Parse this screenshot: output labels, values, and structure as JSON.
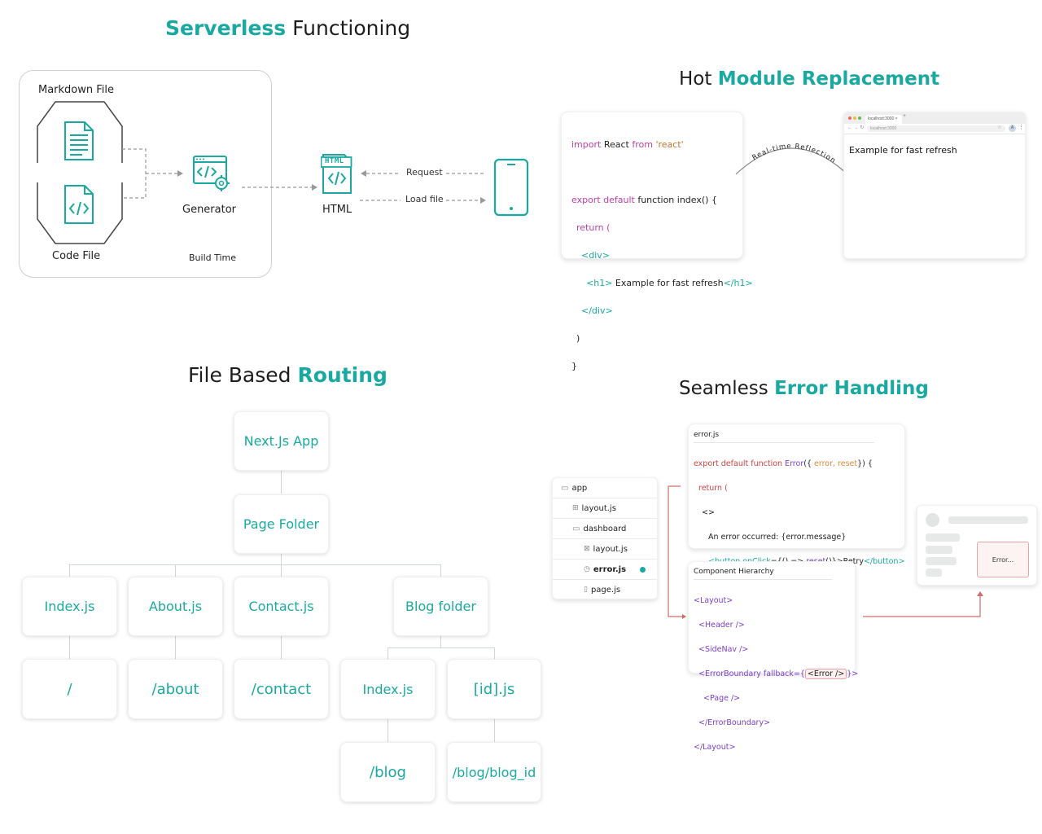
{
  "serverless": {
    "title_hl": "Serverless",
    "title_rest": " Functioning",
    "markdown_label": "Markdown File",
    "code_label": "Code File",
    "generator_label": "Generator",
    "build_time_label": "Build Time",
    "html_badge": "HTML",
    "html_label": "HTML",
    "request_label": "Request",
    "load_file_label": "Load file"
  },
  "hmr": {
    "title_plain": "Hot ",
    "title_hl": "Module Replacement",
    "code": {
      "l1_kw": "import",
      "l1_mid": " React ",
      "l1_kw2": "from",
      "l1_str": " 'react'",
      "l2_kw": "export default",
      "l2_rest": " function index() {",
      "l3": "return (",
      "l4_tag": "<div>",
      "l5_open": "<h1>",
      "l5_text": " Example for fast refresh",
      "l5_close": "</h1>",
      "l6_tag": "</div>",
      "l7": ")",
      "l8": "}"
    },
    "arc_label": "Real-time Reflection",
    "browser_tab": "localhost:3000",
    "browser_url": "localhost:3000",
    "browser_avatar": "A",
    "browser_heading": "Example for fast refresh"
  },
  "routing": {
    "title_plain": "File Based ",
    "title_hl": "Routing",
    "nodes": {
      "app": "Next.Js App",
      "page_folder": "Page Folder",
      "index": "Index.js",
      "about": "About.js",
      "contact": "Contact.js",
      "blog_folder": "Blog folder",
      "root_route": "/",
      "about_route": "/about",
      "contact_route": "/contact",
      "blog_index": "Index.js",
      "blog_id": "[id].js",
      "blog_route": "/blog",
      "blog_id_route": "/blog/blog_id"
    }
  },
  "errors": {
    "title_plain": "Seamless ",
    "title_hl": "Error Handling",
    "tree": [
      "app",
      "layout.js",
      "dashboard",
      "layout.js",
      "error.js",
      "page.js"
    ],
    "errorjs": {
      "filename": "error.js",
      "l1_kw": "export default function",
      "l1_fn": " Error",
      "l1_args_open": "({ ",
      "l1_args": "error, reset",
      "l1_args_close": "}) {",
      "l2": "return (",
      "l3": "<>",
      "l4": "An error occurred: {error.message}",
      "l5_open": "<button onClick",
      "l5_eq": "={() => ",
      "l5_fn": "reset",
      "l5_after": "()}>Retry",
      "l5_close": "</button>",
      "l6": "</>",
      "l7": ");",
      "l8": "}"
    },
    "hierarchy": {
      "title": "Component Hierarchy",
      "lines": [
        "<Layout>",
        "<Header />",
        "<SideNav />",
        "<ErrorBoundary fallback={",
        "<Error />",
        "}>",
        "<Page />",
        "</ErrorBoundary>",
        "</Layout>"
      ]
    },
    "preview_error": "Error..."
  },
  "colors": {
    "accent": "#1aa9a0",
    "error": "#d36b6b",
    "dark": "#1d1d1d"
  }
}
